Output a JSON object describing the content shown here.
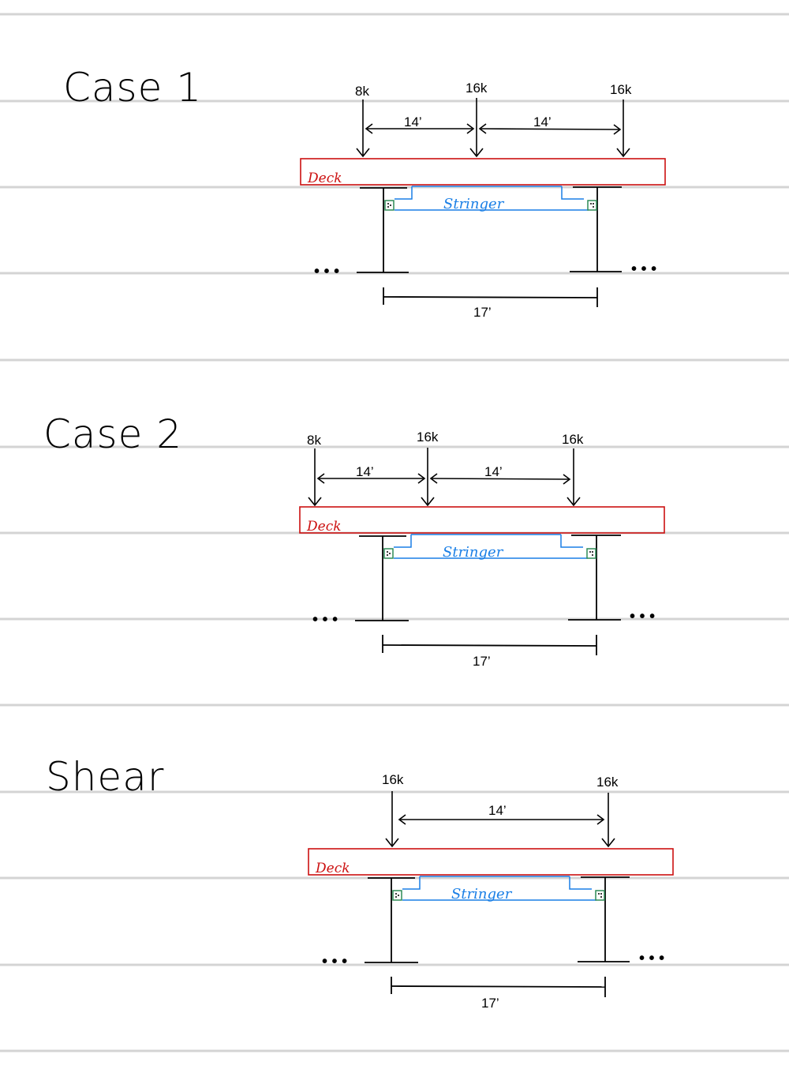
{
  "colors": {
    "rule": "#d4d4d4",
    "ink": "#000000",
    "deck": "#cc1111",
    "stringer": "#1a7fe6",
    "connector": "#2e8b57"
  },
  "ellipsis": "• • •",
  "cases": [
    {
      "title": "Case 1",
      "loads": [
        "8k",
        "16k",
        "16k"
      ],
      "spacings": [
        "14’",
        "14’"
      ],
      "deck_label": "Deck",
      "stringer_label": "Stringer",
      "span_label": "17’"
    },
    {
      "title": "Case 2",
      "loads": [
        "8k",
        "16k",
        "16k"
      ],
      "spacings": [
        "14’",
        "14’"
      ],
      "deck_label": "Deck",
      "stringer_label": "Stringer",
      "span_label": "17’"
    },
    {
      "title": "Shear",
      "loads": [
        "16k",
        "16k"
      ],
      "spacings": [
        "14’"
      ],
      "deck_label": "Deck",
      "stringer_label": "Stringer",
      "span_label": "17’"
    }
  ]
}
